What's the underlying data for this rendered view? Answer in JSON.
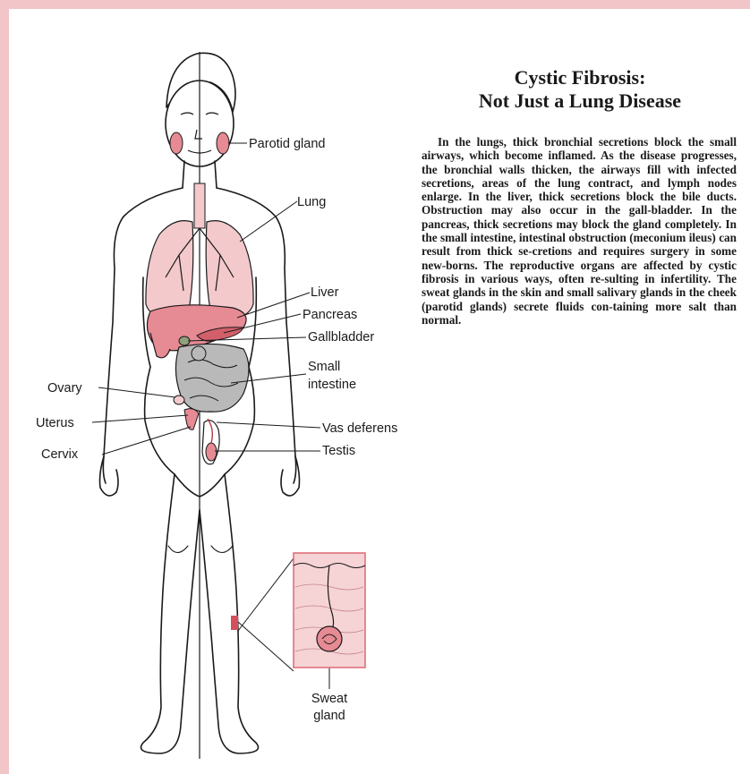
{
  "title": {
    "line1": "Cystic Fibrosis:",
    "line2": "Not Just a Lung Disease"
  },
  "body": "In the lungs, thick bronchial secretions block the small airways, which become inflamed. As the disease progresses, the bronchial walls thicken, the airways fill with infected secretions, areas of the lung contract, and lymph nodes enlarge. In the liver, thick secretions block the bile ducts. Obstruction may also occur in the gall-bladder. In the pancreas, thick secretions may block the gland completely. In the small intestine, intestinal obstruction (meconium ileus) can result from thick se-cretions and requires surgery in some new-borns. The reproductive organs are affected by cystic fibrosis in various ways, often re-sulting in infertility. The sweat glands in the skin and small salivary glands in the cheek (parotid glands) secrete fluids con-taining more salt than normal.",
  "labels": {
    "parotid_gland": "Parotid gland",
    "lung": "Lung",
    "liver": "Liver",
    "pancreas": "Pancreas",
    "gallbladder": "Gallbladder",
    "small_intestine_1": "Small",
    "small_intestine_2": "intestine",
    "ovary": "Ovary",
    "uterus": "Uterus",
    "cervix": "Cervix",
    "vas_deferens": "Vas deferens",
    "testis": "Testis",
    "sweat_gland_1": "Sweat",
    "sweat_gland_2": "gland"
  },
  "colors": {
    "frame": "#f2c5c9",
    "lung_fill": "#f3c9cc",
    "liver_fill": "#e68a93",
    "intestine_fill": "#b9b9b9",
    "skin_inset_fill": "#f6d3d5",
    "inset_border": "#e0707c",
    "outline": "#1a1a1a"
  }
}
